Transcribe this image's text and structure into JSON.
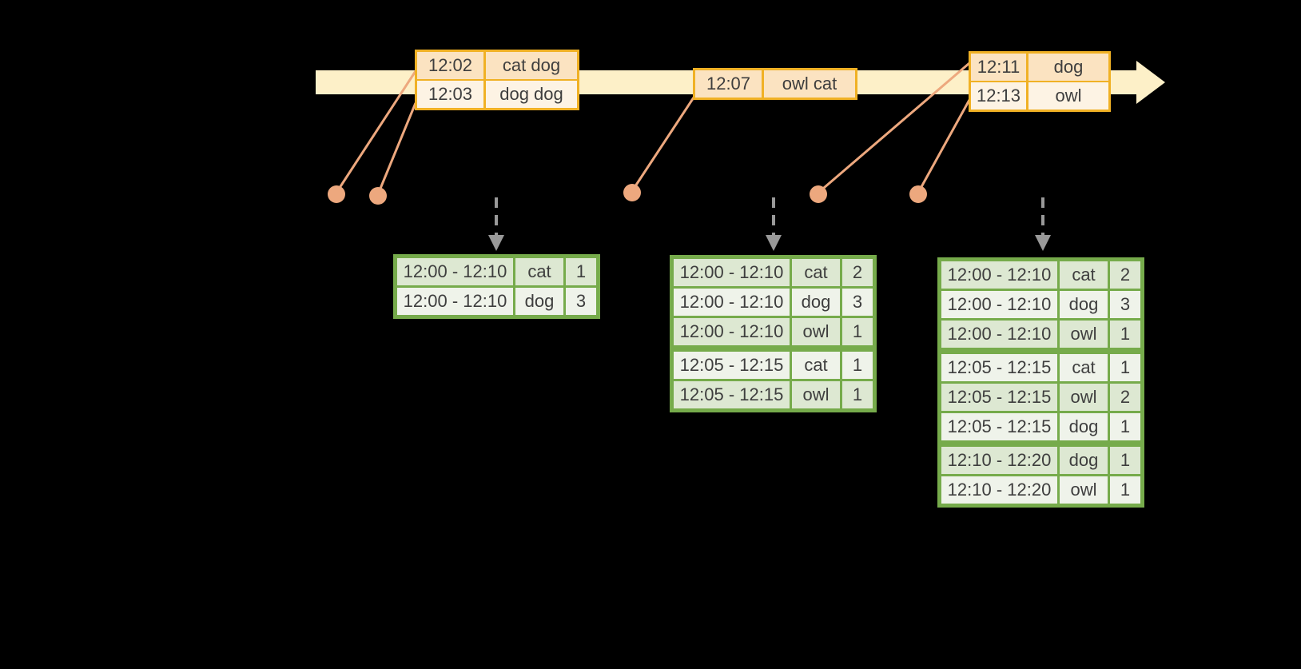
{
  "colors": {
    "background": "#000000",
    "timeline_band": "#fdf0c8",
    "event_table_border": "#f0b125",
    "event_cell_dark": "#fbe3c1",
    "event_cell_light": "#fdf3e4",
    "connector_salmon": "#eda87e",
    "result_table_border": "#76ab4b",
    "result_cell_dark": "#dde8d2",
    "result_cell_light": "#eff3ea",
    "trigger_arrow_gray": "#999999",
    "text": "#3e3e3e"
  },
  "stream_tables": [
    {
      "rows": [
        {
          "time": "12:02",
          "words": "cat dog"
        },
        {
          "time": "12:03",
          "words": "dog dog"
        }
      ]
    },
    {
      "rows": [
        {
          "time": "12:07",
          "words": "owl cat"
        }
      ]
    },
    {
      "rows": [
        {
          "time": "12:11",
          "words": "dog"
        },
        {
          "time": "12:13",
          "words": "owl"
        }
      ]
    }
  ],
  "result_tables": [
    {
      "rows": [
        {
          "window": "12:00 - 12:10",
          "word": "cat",
          "count": 1
        },
        {
          "window": "12:00 - 12:10",
          "word": "dog",
          "count": 3
        }
      ]
    },
    {
      "rows": [
        {
          "window": "12:00 - 12:10",
          "word": "cat",
          "count": 2
        },
        {
          "window": "12:00 - 12:10",
          "word": "dog",
          "count": 3
        },
        {
          "window": "12:00 - 12:10",
          "word": "owl",
          "count": 1
        },
        {
          "window": "12:05 - 12:15",
          "word": "cat",
          "count": 1
        },
        {
          "window": "12:05 - 12:15",
          "word": "owl",
          "count": 1
        }
      ]
    },
    {
      "rows": [
        {
          "window": "12:00 - 12:10",
          "word": "cat",
          "count": 2
        },
        {
          "window": "12:00 - 12:10",
          "word": "dog",
          "count": 3
        },
        {
          "window": "12:00 - 12:10",
          "word": "owl",
          "count": 1
        },
        {
          "window": "12:05 - 12:15",
          "word": "cat",
          "count": 1
        },
        {
          "window": "12:05 - 12:15",
          "word": "owl",
          "count": 2
        },
        {
          "window": "12:05 - 12:15",
          "word": "dog",
          "count": 1
        },
        {
          "window": "12:10 - 12:20",
          "word": "dog",
          "count": 1
        },
        {
          "window": "12:10 - 12:20",
          "word": "owl",
          "count": 1
        }
      ]
    }
  ]
}
